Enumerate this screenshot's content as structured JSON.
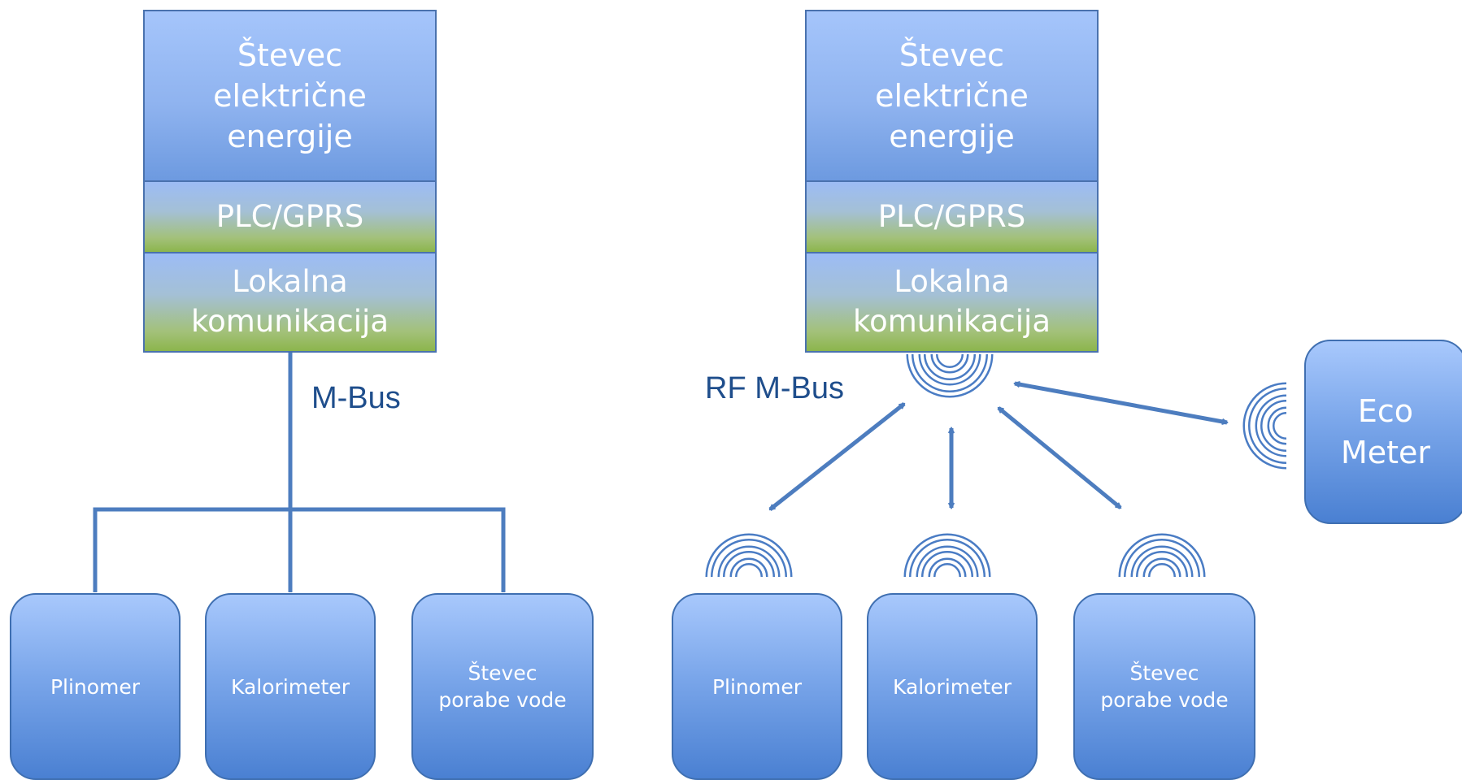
{
  "left": {
    "meter_title": "Števec\nelektrične\nenergije",
    "plc_label": "PLC/GPRS",
    "local_label": "Lokalna\nkomunikacija",
    "bus_label": "M-Bus",
    "devices": [
      "Plinomer",
      "Kalorimeter",
      "Števec\nporabe vode"
    ]
  },
  "right": {
    "meter_title": "Števec\nelektrične\nenergije",
    "plc_label": "PLC/GPRS",
    "local_label": "Lokalna\nkomunikacija",
    "bus_label": "RF M-Bus",
    "devices": [
      "Plinomer",
      "Kalorimeter",
      "Števec\nporabe vode"
    ],
    "eco_label": "Eco\nMeter"
  },
  "colors": {
    "line": "#4d7dbf",
    "wave": "#4a7cc4",
    "box_border": "#4a72ae",
    "label_text": "#1f4e8c"
  }
}
